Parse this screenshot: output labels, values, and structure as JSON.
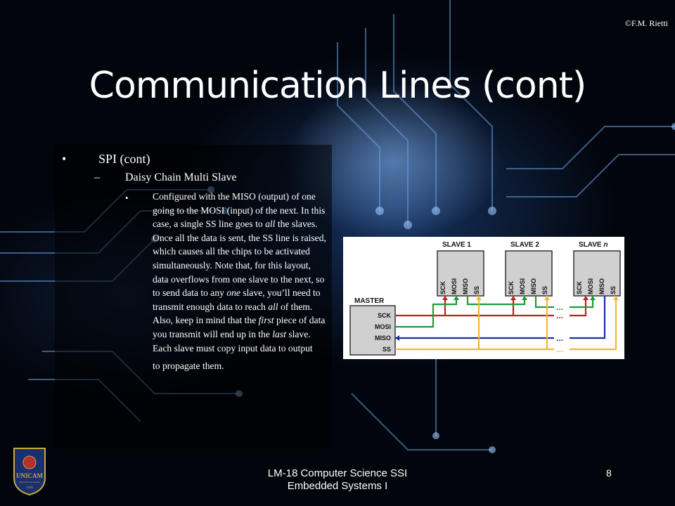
{
  "slide": {
    "copyright": "©F.M. Rietti",
    "title": "Communication Lines (cont)",
    "bullet_l1": "SPI (cont)",
    "dash_char": "–",
    "bullet_l2": "Daisy Chain Multi Slave",
    "bullet_char": "•",
    "para": {
      "t1": "Configured with the MISO (output) of one going to the MOSI (input) of the next. In this case, a single SS line goes to ",
      "e1": "all",
      "t2": " the slaves. Once all the data is sent, the SS line is raised, which causes all the chips to be activated simultaneously. Note that, for this layout, data overflows from one slave to the next, so to send data to any ",
      "e2": "one",
      "t3": " slave, you’ll need to transmit enough data to reach ",
      "e3": "all",
      "t4": " of them. Also, keep in mind that the ",
      "e4": "first",
      "t5": " piece of data you transmit will end up in the ",
      "e5": "last",
      "t6": " slave. Each slave must copy input data to output",
      "t7": "to propagate them."
    },
    "footer_line1": "LM-18 Computer Science SSI",
    "footer_line2": "Embedded Systems I",
    "page_number": "8"
  },
  "diagram": {
    "master_label": "MASTER",
    "signals": [
      "SCK",
      "MOSI",
      "MISO",
      "SS"
    ],
    "slave_labels": [
      "SLAVE 1",
      "SLAVE 2",
      "SLAVE "
    ],
    "slave_n": "n",
    "pins": [
      "SCK",
      "MOSI",
      "MISO",
      "SS"
    ],
    "dots": "...",
    "colors": {
      "sck": "#c0201f",
      "mosi": "#1e9a3a",
      "miso": "#1f2aa8",
      "ss": "#f4b43a"
    }
  },
  "logo": {
    "name": "UNICAM",
    "sub": "Università di Camerino",
    "year": "1336"
  }
}
